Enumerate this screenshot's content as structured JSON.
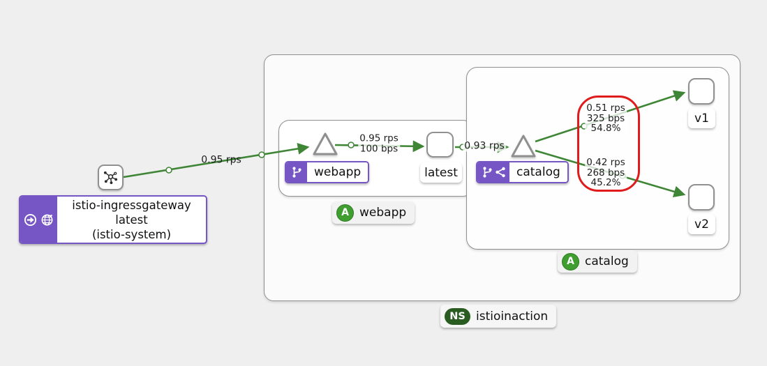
{
  "colors": {
    "background": "#efefef",
    "edge_green": "#3e8635",
    "label_purple": "#7655c5",
    "app_badge_green": "#3f9e2f",
    "ns_badge_green": "#2a5c21",
    "annotation_red": "#e01b1b"
  },
  "namespace": {
    "badge": "NS",
    "label": "istioinaction"
  },
  "apps": {
    "webapp": {
      "badge": "A",
      "label": "webapp"
    },
    "catalog": {
      "badge": "A",
      "label": "catalog"
    }
  },
  "nodes": {
    "gateway": {
      "line1": "istio-ingressgateway",
      "line2": "latest",
      "line3": "(istio-system)"
    },
    "webapp_service": {
      "label": "webapp"
    },
    "webapp_workload": {
      "label": "latest"
    },
    "catalog_service": {
      "label": "catalog"
    },
    "catalog_v1": {
      "label": "v1"
    },
    "catalog_v2": {
      "label": "v2"
    }
  },
  "edges": {
    "gateway_to_webapp": {
      "rps": "0.95 rps"
    },
    "webapp_to_latest": {
      "rps": "0.95 rps",
      "bps": "100 bps"
    },
    "latest_to_catalog": {
      "rps": "0.93 rps"
    },
    "catalog_to_v1": {
      "rps": "0.51 rps",
      "bps": "325 bps",
      "percent": "54.8%"
    },
    "catalog_to_v2": {
      "rps": "0.42 rps",
      "bps": "268 bps",
      "percent": "45.2%"
    }
  },
  "icons": {
    "gateway_node": "mesh-topology-icon",
    "gateway_label": [
      "root-traffic-arrow-icon",
      "gateway-globe-icon"
    ],
    "webapp_label": [
      "virtual-service-branch-icon"
    ],
    "catalog_label": [
      "virtual-service-branch-icon",
      "traffic-split-share-icon"
    ]
  }
}
